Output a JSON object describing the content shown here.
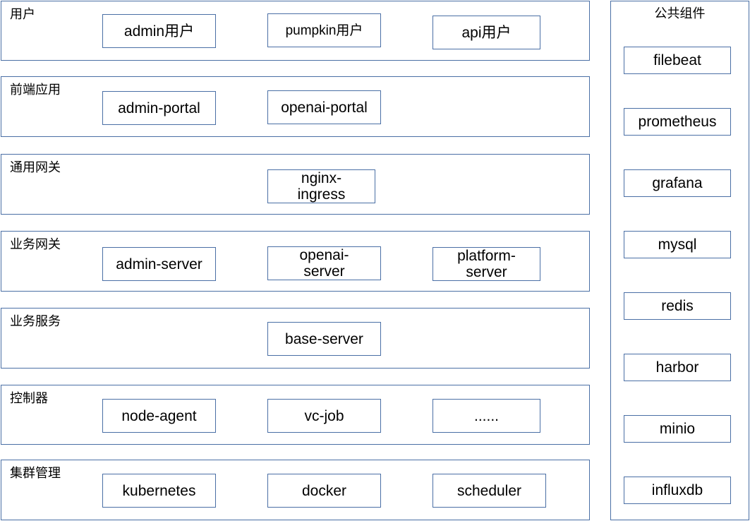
{
  "layers": [
    {
      "title": "用户",
      "boxes": [
        "admin用户",
        "pumpkin用户",
        "api用户"
      ]
    },
    {
      "title": "前端应用",
      "boxes": [
        "admin-portal",
        "openai-portal"
      ]
    },
    {
      "title": "通用网关",
      "boxes": [
        "nginx-ingress"
      ]
    },
    {
      "title": "业务网关",
      "boxes": [
        "admin-server",
        "openai-server",
        "platform-server"
      ]
    },
    {
      "title": "业务服务",
      "boxes": [
        "base-server"
      ]
    },
    {
      "title": "控制器",
      "boxes": [
        "node-agent",
        "vc-job",
        "......"
      ]
    },
    {
      "title": "集群管理",
      "boxes": [
        "kubernetes",
        "docker",
        "scheduler"
      ]
    }
  ],
  "common": {
    "title": "公共组件",
    "items": [
      "filebeat",
      "prometheus",
      "grafana",
      "mysql",
      "redis",
      "harbor",
      "minio",
      "influxdb"
    ]
  },
  "colors": {
    "border": "#4a6fa5",
    "background": "#ffffff",
    "text": "#000000"
  }
}
